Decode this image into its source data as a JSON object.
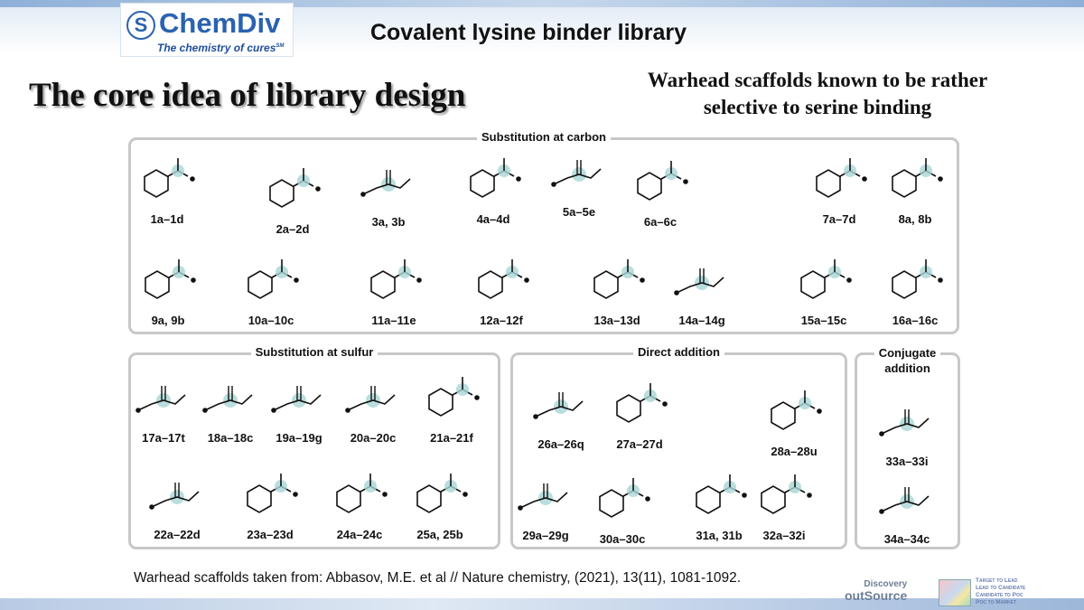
{
  "logo": {
    "brand": "ChemDiv",
    "tagline": "The chemistry of cures",
    "tm": "SM"
  },
  "header": {
    "title": "Covalent lysine binder library"
  },
  "heading": {
    "core": "The core idea of library design",
    "right_line1": "Warhead scaffolds known to be rather",
    "right_line2": "selective to serine binding"
  },
  "sections": {
    "carbon": {
      "title": "Substitution at carbon",
      "compounds": [
        "1a–1d",
        "2a–2d",
        "3a, 3b",
        "4a–4d",
        "5a–5e",
        "6a–6c",
        "7a–7d",
        "8a, 8b",
        "9a, 9b",
        "10a–10c",
        "11a–11e",
        "12a–12f",
        "13a–13d",
        "14a–14g",
        "15a–15c",
        "16a–16c"
      ]
    },
    "sulfur": {
      "title": "Substitution at sulfur",
      "compounds": [
        "17a–17t",
        "18a–18c",
        "19a–19g",
        "20a–20c",
        "21a–21f",
        "22a–22d",
        "23a–23d",
        "24a–24c",
        "25a, 25b"
      ]
    },
    "direct": {
      "title": "Direct addition",
      "compounds": [
        "26a–26q",
        "27a–27d",
        "28a–28u",
        "29a–29g",
        "30a–30c",
        "31a, 31b",
        "32a–32i"
      ]
    },
    "conjugate": {
      "title_line1": "Conjugate",
      "title_line2": "addition",
      "compounds": [
        "33a–33i",
        "34a–34c"
      ]
    }
  },
  "citation": "Warhead scaffolds taken from: Abbasov, M.E. et al // Nature chemistry, (2021), 13(11), 1081-1092.",
  "footer_logo": {
    "line1": "Discovery",
    "line2": "outSource",
    "services": [
      "Target to Lead",
      "Lead to Candidate",
      "Candidate to Poc",
      "Poc to Market"
    ]
  },
  "colors": {
    "highlight": "#a9d6d6",
    "border": "#c8c8c8",
    "brand": "#2a62b0"
  }
}
